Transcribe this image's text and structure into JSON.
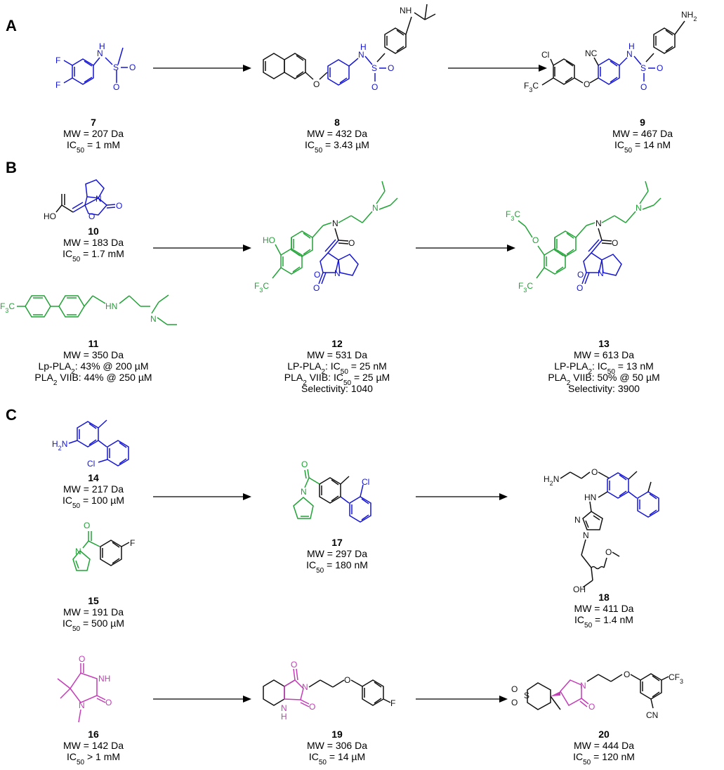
{
  "colors": {
    "blue": "#1515d6",
    "green": "#21a336",
    "magenta": "#c43cb8",
    "black": "#111111"
  },
  "panels": [
    {
      "label": "A"
    },
    {
      "label": "B"
    },
    {
      "label": "C"
    }
  ],
  "compounds": [
    {
      "id": "7",
      "lines": [
        "MW = 207 Da",
        "IC50 = 1 mM"
      ]
    },
    {
      "id": "8",
      "lines": [
        "MW = 432 Da",
        "IC50 = 3.43 µM"
      ]
    },
    {
      "id": "9",
      "lines": [
        "MW = 467 Da",
        "IC50 = 14 nM"
      ]
    },
    {
      "id": "10",
      "lines": [
        "MW = 183 Da",
        "IC50 = 1.7 mM"
      ]
    },
    {
      "id": "11",
      "lines": [
        "MW = 350 Da",
        "Lp-PLA2: 43% @ 200 µM",
        "PLA2 VIIB: 44% @ 250 µM"
      ]
    },
    {
      "id": "12",
      "lines": [
        "MW = 531 Da",
        "LP-PLA2: IC50 = 25 nM",
        "PLA2 VIIB: IC50 = 25 µM",
        "Selectivity: 1040"
      ]
    },
    {
      "id": "13",
      "lines": [
        "MW = 613 Da",
        "LP-PLA2: IC50 = 13 nM",
        "PLA2 VIIB: 50% @ 50 µM",
        "Selectivity: 3900"
      ]
    },
    {
      "id": "14",
      "lines": [
        "MW = 217 Da",
        "IC50 = 100 µM"
      ]
    },
    {
      "id": "15",
      "lines": [
        "MW = 191 Da",
        "IC50 = 500 µM"
      ]
    },
    {
      "id": "17",
      "lines": [
        "MW = 297 Da",
        "IC50 = 180 nM"
      ]
    },
    {
      "id": "18",
      "lines": [
        "MW = 411 Da",
        "IC50 = 1.4 nM"
      ]
    },
    {
      "id": "16",
      "lines": [
        "MW = 142 Da",
        "IC50 > 1 mM"
      ]
    },
    {
      "id": "19",
      "lines": [
        "MW = 306 Da",
        "IC50 = 14 µM"
      ]
    },
    {
      "id": "20",
      "lines": [
        "MW = 444 Da",
        "IC50 = 120 nM"
      ]
    }
  ],
  "atoms": {
    "f": "F",
    "cl": "Cl",
    "o": "O",
    "s": "S",
    "n": "N",
    "nh": "NH",
    "hn": "HN",
    "h2n": "H2N",
    "nh2": "NH2",
    "oh": "OH",
    "ho": "HO",
    "cf3": "CF3",
    "f3c": "F3C",
    "nc": "NC",
    "cn": "CN"
  }
}
